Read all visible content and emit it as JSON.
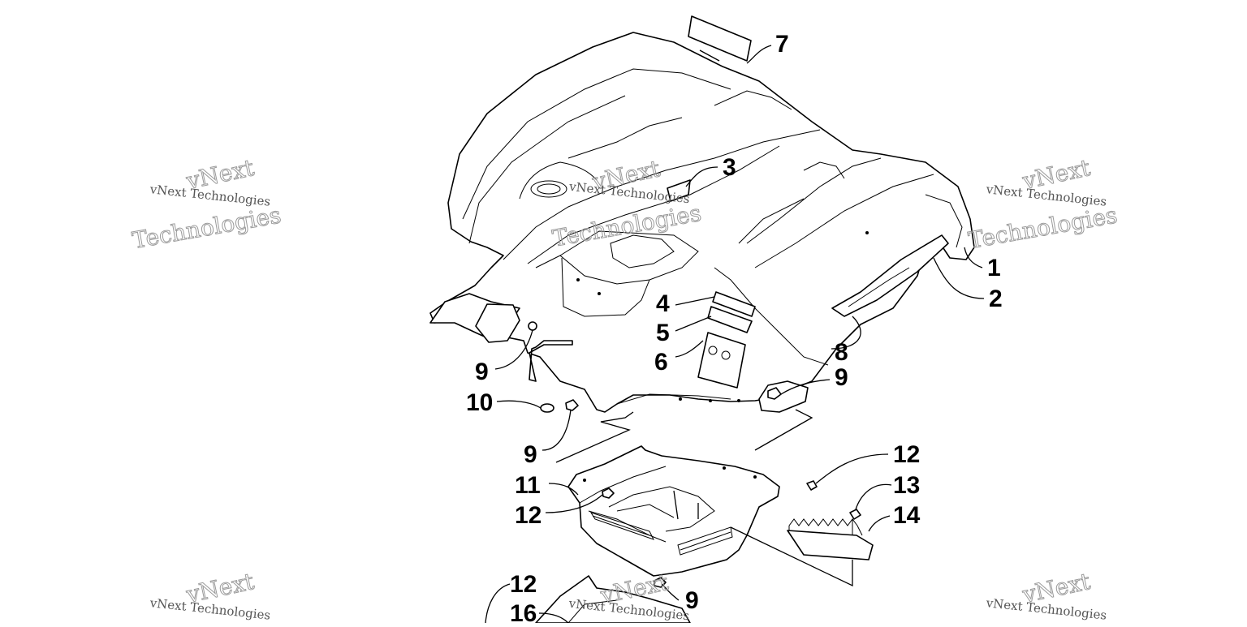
{
  "callouts": [
    {
      "id": "c1",
      "label": "1"
    },
    {
      "id": "c2",
      "label": "2"
    },
    {
      "id": "c3",
      "label": "3"
    },
    {
      "id": "c4",
      "label": "4"
    },
    {
      "id": "c5",
      "label": "5"
    },
    {
      "id": "c6",
      "label": "6"
    },
    {
      "id": "c7",
      "label": "7"
    },
    {
      "id": "c8",
      "label": "8"
    },
    {
      "id": "c9a",
      "label": "9"
    },
    {
      "id": "c9b",
      "label": "9"
    },
    {
      "id": "c9c",
      "label": "9"
    },
    {
      "id": "c9d",
      "label": "9"
    },
    {
      "id": "c10",
      "label": "10"
    },
    {
      "id": "c11",
      "label": "11"
    },
    {
      "id": "c12a",
      "label": "12"
    },
    {
      "id": "c12b",
      "label": "12"
    },
    {
      "id": "c12c",
      "label": "12"
    },
    {
      "id": "c13",
      "label": "13"
    },
    {
      "id": "c14",
      "label": "14"
    },
    {
      "id": "c16",
      "label": "16"
    }
  ],
  "watermark": {
    "small": "vNext Technologies",
    "big_top": "vNext",
    "big_bottom": "Technologies"
  }
}
